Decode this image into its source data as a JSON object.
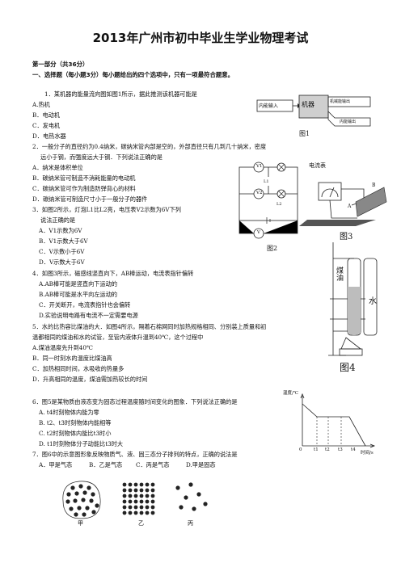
{
  "title": "2013年广州市初中毕业生学业物理考试",
  "part": "第一部分（共36分）",
  "section": "一、选择题（每小题3分）每小题给出的四个选项中，只有一项最符合题意。",
  "q1": {
    "stem": "1．某机器的能量流向图如图1所示，据此推测该机器可能是",
    "options": [
      "A.热机",
      "B．电动机",
      "C．发电机",
      "D．电热水器"
    ]
  },
  "q2": {
    "stem": "2．一般分子的直径约为0.4纳米，碳纳米管内部是空的，外部直径只有几到几十纳米，密度",
    "stem2": "远小于钢，而强度远大于钢．下列说法正确的是",
    "options": [
      "A．纳米是体积单位",
      "B．碳纳米管可制造不消耗能量的电动机",
      "C．碳纳米管可作为制造防弹背心的材料",
      "D．碳纳米管可制造尺寸小于一般分子的器件"
    ]
  },
  "q3": {
    "stem": "3．如图2所示，灯泡L1比L2亮，电压表V2示数为6V下列",
    "stem2": "说法正确的是",
    "options": [
      "A．V1示数为6V",
      "B．V1示数大于6V",
      "C．V示数小于6V",
      "D．V示数大于6V"
    ]
  },
  "q4": {
    "stem": "4．如图3所示，磁感线竖直向下，AB棒运动，电流表指针偏转",
    "options": [
      "A.AB棒可能是竖直向下运动的",
      "B.AB棒可能是水平向左运动的",
      "C．开关断开，电流表指针也会偏转",
      "D.实验说明电路有电流不一定需要电源"
    ]
  },
  "q5": {
    "stem": "5．水的比热容比煤油的大．如图4所示，隔着石棉网同时加热规格相同、分别装上质量和初",
    "stem2": "温都相同的煤油和水的试管，至管内液体升温到40℃，这个过程中",
    "options": [
      "A.煤油温度先升到40℃",
      "B．同一时刻水的温度比煤油高",
      "C．加热相同时间，水吸收的热量多",
      "D．升高相同的温度，煤油需加热较长的时间"
    ]
  },
  "q6": {
    "stem": "6．图5是某物质由液态变为固态过程温度随时间变化的图象．下列说法正确的是",
    "options": [
      "A. t4时刻物体内能为零",
      "B. t2、t3时刻物体内能相等",
      "C. t2时刻物体内能比t3时小",
      "D. t1时刻物体分子动能比t3时大"
    ]
  },
  "q7": {
    "stem": "7．图6中的示意图形象反映物质气、液、固三态分子排列的特点，正确的说法是",
    "options": [
      "A．甲是气态",
      "B．乙是气态",
      "C．丙是气态",
      "D.甲是固态"
    ]
  },
  "figures": {
    "fig1": {
      "caption": "图1",
      "left_top": "内能输入",
      "center": "机器",
      "right_top": "机械能输出",
      "right_bottom": "内能输出"
    },
    "fig2": {
      "caption": "图2",
      "meters": [
        "V1",
        "V2",
        "V"
      ],
      "lamps": [
        "L1",
        "L2"
      ]
    },
    "fig3": {
      "caption": "图3",
      "ammeter": "电流表",
      "rod_a": "A",
      "rod_b": "B"
    },
    "fig4": {
      "caption": "图4",
      "left_tube": "煤油",
      "right_tube": "水"
    },
    "fig5": {
      "ylabel": "温度/℃",
      "xlabel": "时间/s",
      "ticks": [
        "0",
        "t1",
        "t2",
        "t3",
        "t4"
      ]
    },
    "fig6": {
      "labels": [
        "甲",
        "乙",
        "丙"
      ]
    }
  }
}
